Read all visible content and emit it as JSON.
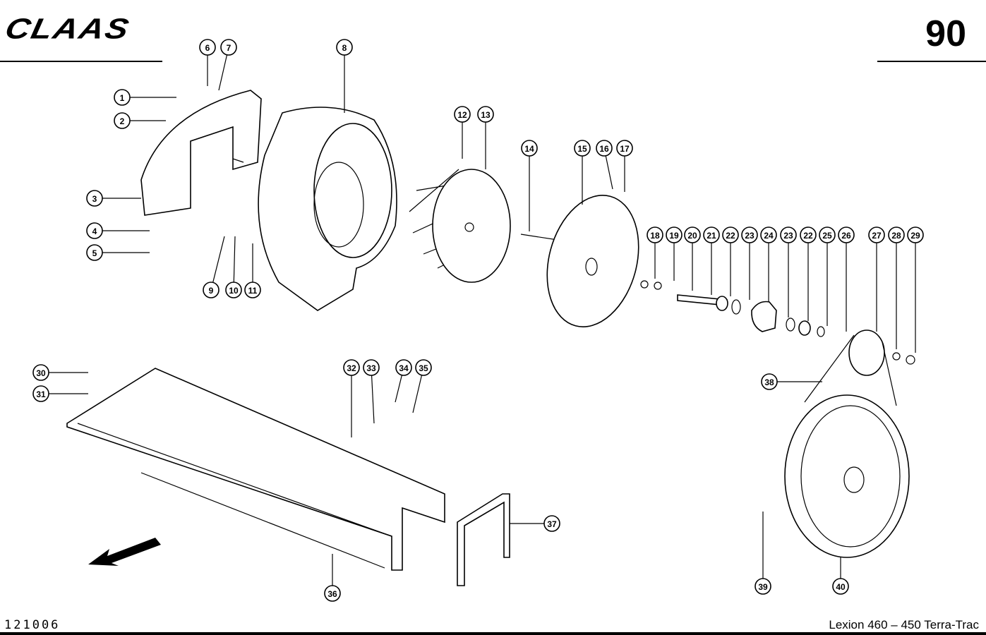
{
  "header": {
    "brand": "CLAAS",
    "page_number": "90"
  },
  "footer": {
    "drawing_code": "121006",
    "model": "Lexion 460 – 450 Terra-Trac"
  },
  "callouts": [
    "1",
    "2",
    "3",
    "4",
    "5",
    "6",
    "7",
    "8",
    "9",
    "10",
    "11",
    "12",
    "13",
    "14",
    "15",
    "16",
    "17",
    "18",
    "19",
    "20",
    "21",
    "22",
    "23",
    "24",
    "23",
    "22",
    "25",
    "26",
    "27",
    "28",
    "29",
    "30",
    "31",
    "32",
    "33",
    "34",
    "35",
    "36",
    "37",
    "38",
    "39",
    "40"
  ]
}
